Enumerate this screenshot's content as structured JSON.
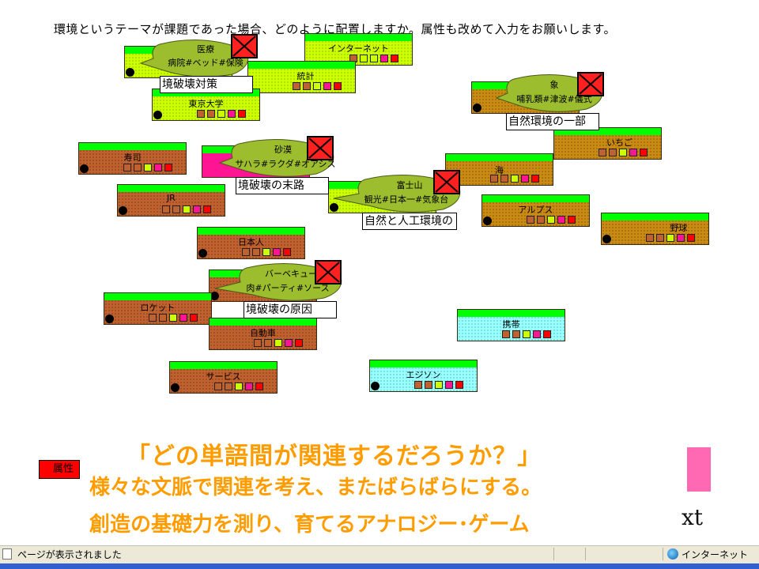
{
  "instruction": "環境というテーマが課題であった場合、どのように配置しますか。属性も改めて入力をお願いします。",
  "colors": {
    "brown": "#c0622f",
    "gold": "#c98b13",
    "lime": "#ccff00",
    "cyan": "#99ffff",
    "pink": "#ff1493",
    "bar_green": "#00ff00",
    "bubble": "#9cbd2e",
    "delete_red": "#ff2020",
    "slogan_orange": "#ff9d00",
    "sq_brown": "#c0622f",
    "sq_lime": "#ccff00",
    "sq_magenta": "#ff1493",
    "sq_red": "#ff0000",
    "sq_white": "#ffffff"
  },
  "cards": [
    {
      "id": "medical",
      "label": "医療",
      "color": "lime"
    },
    {
      "id": "internet",
      "label": "インターネット",
      "color": "lime"
    },
    {
      "id": "stats",
      "label": "統計",
      "color": "lime"
    },
    {
      "id": "todai",
      "label": "東京大学",
      "color": "lime"
    },
    {
      "id": "elephant",
      "label": "象",
      "color": "gold"
    },
    {
      "id": "strawberry",
      "label": "いちご",
      "color": "gold"
    },
    {
      "id": "sushi",
      "label": "寿司",
      "color": "brown"
    },
    {
      "id": "desert",
      "label": "砂漠",
      "color": "pink"
    },
    {
      "id": "jr",
      "label": "JR",
      "color": "brown"
    },
    {
      "id": "sea",
      "label": "海",
      "color": "gold"
    },
    {
      "id": "fuji",
      "label": "富士山",
      "color": "lime"
    },
    {
      "id": "alps",
      "label": "アルプス",
      "color": "gold"
    },
    {
      "id": "baseball",
      "label": "野球",
      "color": "gold"
    },
    {
      "id": "japanese",
      "label": "日本人",
      "color": "brown"
    },
    {
      "id": "bbq",
      "label": "バーベキュー",
      "color": "brown"
    },
    {
      "id": "rocket",
      "label": "ロケット",
      "color": "brown"
    },
    {
      "id": "car",
      "label": "自動車",
      "color": "brown"
    },
    {
      "id": "mobile",
      "label": "携帯",
      "color": "cyan"
    },
    {
      "id": "service",
      "label": "サービス",
      "color": "brown"
    },
    {
      "id": "edison",
      "label": "エジソン",
      "color": "cyan"
    }
  ],
  "bubbles": [
    {
      "id": "medical",
      "title": "医療",
      "attrs": "病院#ベッド#保険",
      "input": "境破壊対策"
    },
    {
      "id": "elephant",
      "title": "象",
      "attrs": "哺乳類#津波#儀式",
      "input": "自然環境の一部"
    },
    {
      "id": "desert",
      "title": "砂漠",
      "attrs": "サハラ#ラクダ#オアシス",
      "input": "境破壊の末路"
    },
    {
      "id": "fuji",
      "title": "富士山",
      "attrs": "観光#日本一#気象台",
      "input": "自然と人工環境の"
    },
    {
      "id": "bbq",
      "title": "バーベキュー",
      "attrs": "肉#パーティ#ソース",
      "input": "境破壊の原因"
    }
  ],
  "slogan": {
    "line1": "「どの単語間が関連するだろうか？」",
    "line2": "様々な文脈で関連を考え、またばらばらにする。",
    "line3": "創造の基礎力を測り、育てるアナロジー･ゲーム"
  },
  "attribute_button": "属性",
  "fragment_text": "xt",
  "statusbar": {
    "status": "ページが表示されました",
    "zone": "インターネット"
  }
}
